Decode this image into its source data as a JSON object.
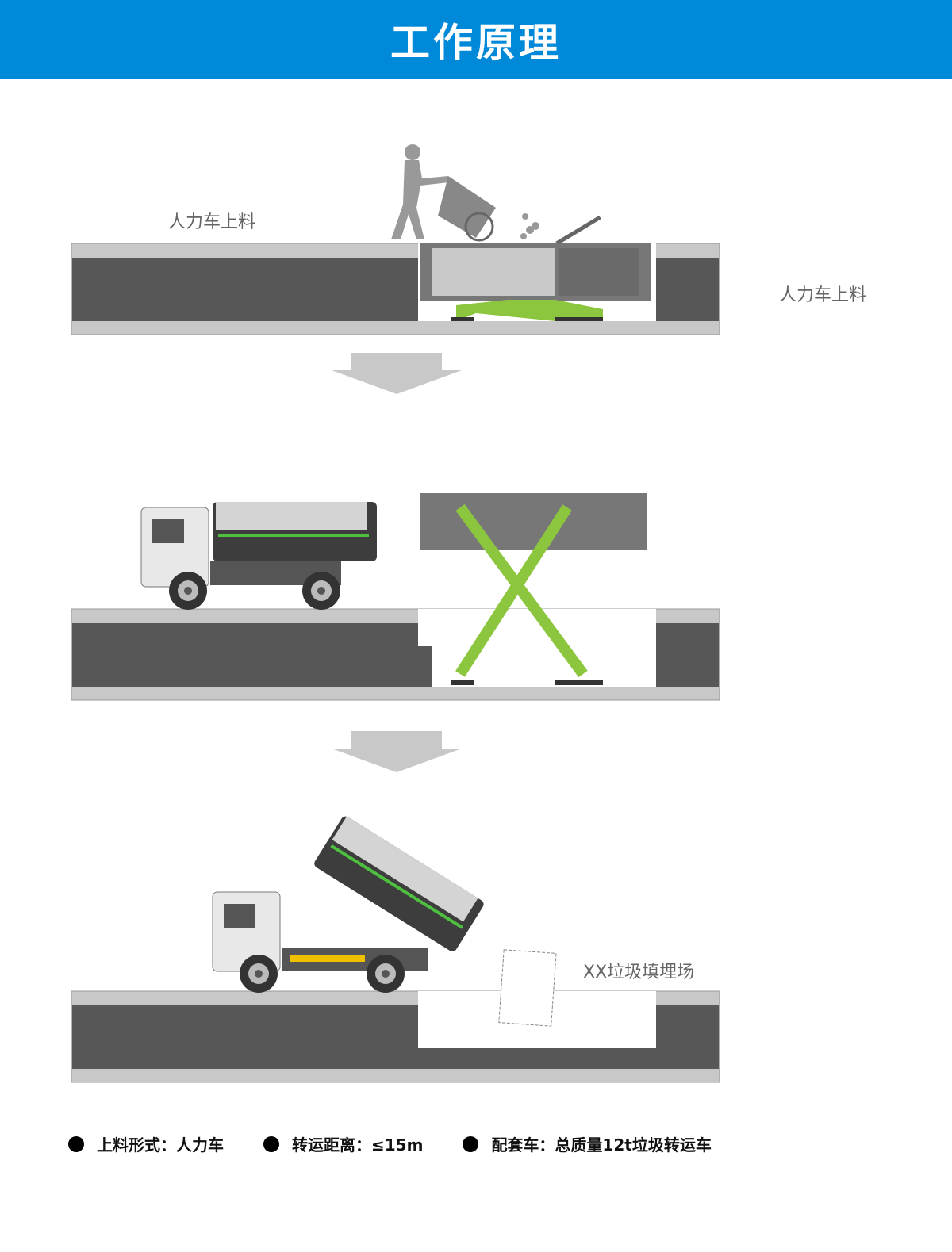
{
  "header": {
    "title": "工作原理"
  },
  "labels": {
    "step1_left": "人力车上料",
    "step1_right": "人力车上料",
    "landfill": "XX垃圾填埋场"
  },
  "footer": {
    "items": [
      "上料形式：人力车",
      "转运距离：≤15m",
      "配套车：总质量12t垃圾转运车"
    ]
  },
  "colors": {
    "header": "#0089d8",
    "accent_green": "#8cc63f",
    "ground_dark": "#575757",
    "ground_light": "#c8c8c8"
  }
}
